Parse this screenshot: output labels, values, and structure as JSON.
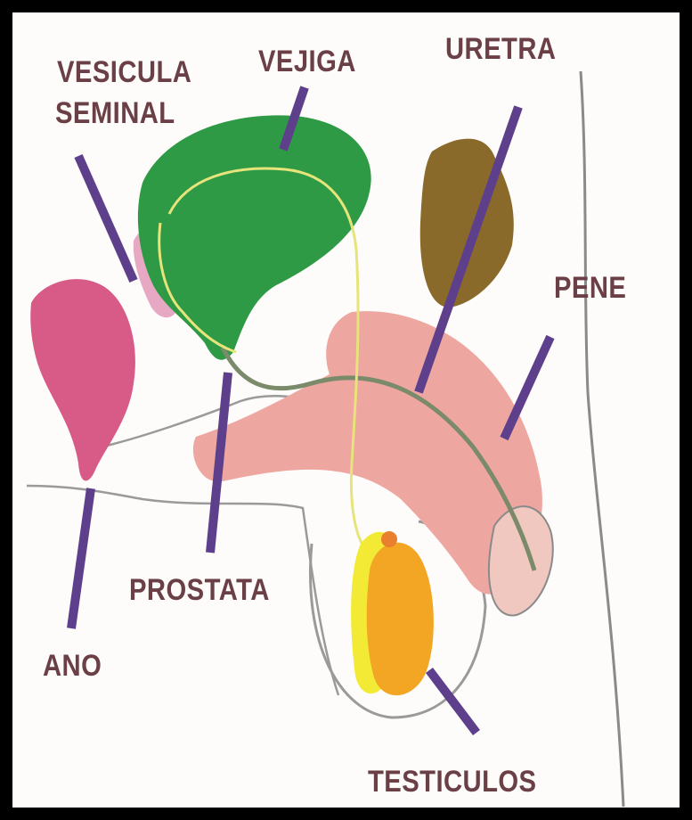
{
  "labels": {
    "vesicula_line1": "VESICULA",
    "vesicula_line2": "SEMINAL",
    "vejiga": "VEJIGA",
    "uretra": "URETRA",
    "pene": "PENE",
    "prostata": "PROSTATA",
    "ano": "ANO",
    "testiculos": "TESTICULOS"
  },
  "colors": {
    "label_text": "#6b3f46",
    "pointer": "#5d3f8c",
    "frame": "#000000",
    "bladder": "#2f9a45",
    "rectum": "#d85a86",
    "seminal_vesicle": "#e7a8c4",
    "penis": "#eea6a0",
    "testis": "#f2a623",
    "epididymis": "#f3ea35",
    "pubic_bone": "#8a6a2b",
    "ducts": "#e6e47a"
  }
}
